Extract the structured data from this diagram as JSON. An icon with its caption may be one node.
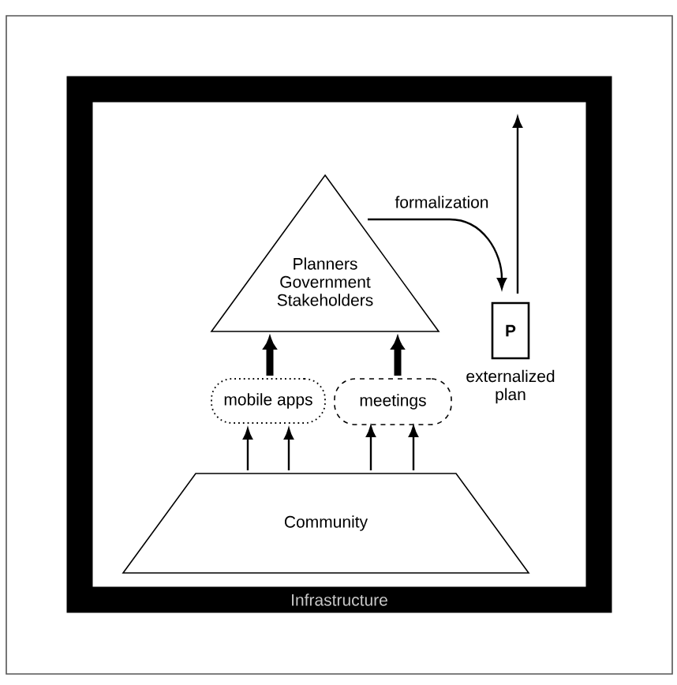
{
  "diagram": {
    "nodes": [
      {
        "text": [
          "Infrastructure"
        ]
      },
      {
        "text": [
          "Planners Government Stakeholders"
        ],
        "in": 0
      },
      {
        "text": [
          "P"
        ],
        "beside": [
          "externalized plan"
        ],
        "in": 0
      },
      {
        "text": [
          "mobile apps"
        ],
        "in": 0
      },
      {
        "text": [
          "meetings"
        ],
        "in": 0
      },
      {
        "text": [
          "Community"
        ],
        "in": 0
      }
    ],
    "edges": [
      {
        "from": 1,
        "to": 2,
        "arrow": "to",
        "label": "formalization"
      },
      {
        "from": 2,
        "to": null,
        "arrow": "to"
      },
      {
        "from": 3,
        "to": 1,
        "arrow": "to",
        "style": "thick"
      },
      {
        "from": 4,
        "to": 1,
        "arrow": "to",
        "style": "thick"
      },
      {
        "from": 5,
        "to": 3,
        "arrow": "to"
      },
      {
        "from": 5,
        "to": 3,
        "arrow": "to"
      },
      {
        "from": 5,
        "to": 4,
        "arrow": "to"
      },
      {
        "from": 5,
        "to": 4,
        "arrow": "to"
      }
    ]
  }
}
